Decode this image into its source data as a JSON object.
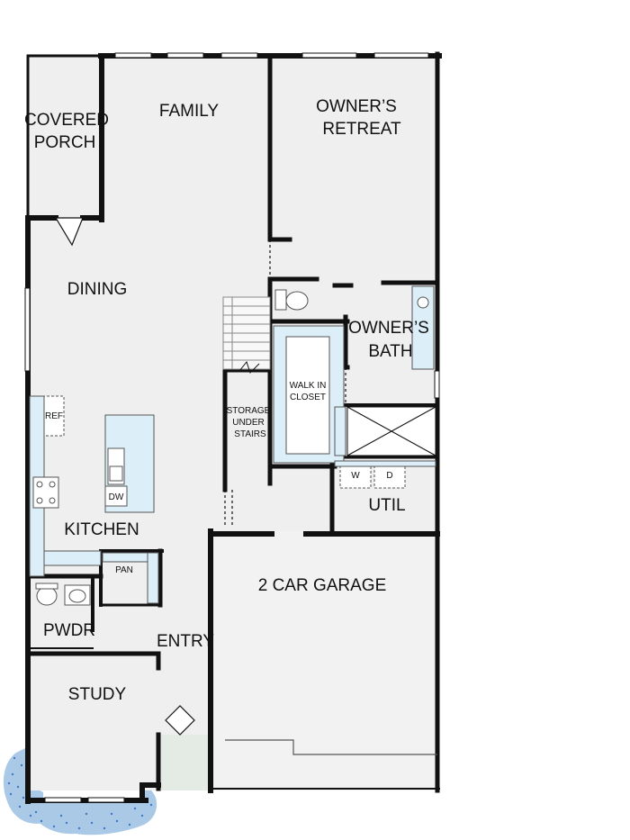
{
  "plan": {
    "colors": {
      "wall": "#111111",
      "floor": "#efefef",
      "fixture": "#dceef8",
      "landscape": "#a9c9e6",
      "landscape_dots": "#3f79c9"
    },
    "rooms": {
      "covered_porch_1": "COVERED",
      "covered_porch_2": "PORCH",
      "family": "FAMILY",
      "owners_retreat_1": "OWNER’S",
      "owners_retreat_2": "RETREAT",
      "dining": "DINING",
      "owners_bath_1": "OWNER’S",
      "owners_bath_2": "BATH",
      "walk_in_closet_1": "WALK IN",
      "walk_in_closet_2": "CLOSET",
      "storage_1": "STORAGE",
      "storage_2": "UNDER",
      "storage_3": "STAIRS",
      "util": "UTIL",
      "kitchen": "KITCHEN",
      "pantry": "PAN",
      "garage": "2 CAR GARAGE",
      "powder": "PWDR",
      "entry": "ENTRY",
      "study": "STUDY"
    },
    "fixtures": {
      "ref": "REF",
      "dw": "DW",
      "washer": "W",
      "dryer": "D"
    }
  }
}
